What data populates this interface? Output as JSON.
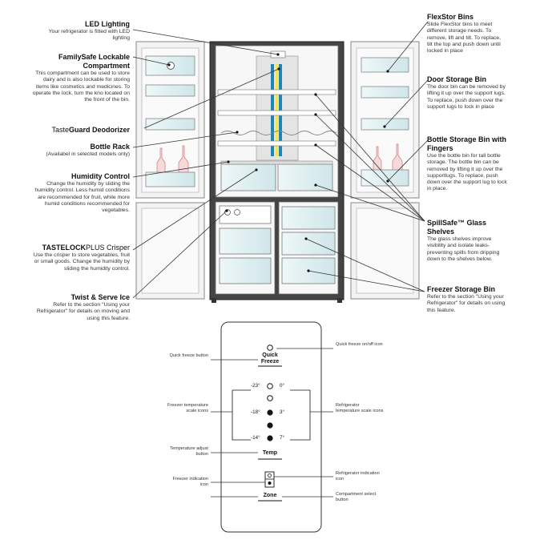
{
  "fridge_labels": {
    "led": {
      "title": "LED Lighting",
      "desc": "Your refrigerator is fitted with LED lighting"
    },
    "familysafe": {
      "title": "FamilySafe Lockable Compartment",
      "desc": "This compartment can be used to store dairy and is also lockable for storing items like cosmetics and medicines. To operate the lock, turn the kno located on the front of the bin."
    },
    "tasteguard": {
      "title_a": "Taste",
      "title_b": "Guard Deodorizer"
    },
    "bottle_rack": {
      "title": "Bottle Rack",
      "desc": "(Availabel in selected models only)"
    },
    "humidity": {
      "title": "Humidity Control",
      "desc": "Change the humidity by sliding the humidity control. Less humid conditions are recommended for fruit, while more humid conditions recommended for vegetables."
    },
    "tastelock": {
      "title_a": "TASTELOCK",
      "title_b": "PLUS Crisper",
      "desc": "Use the crisper to store vegetables, fruit or small goods. Change the humidity by sliding the humidity control."
    },
    "twist": {
      "title": "Twist & Serve Ice",
      "desc": "Refer to the section \"Using your Refrigerator\" for details on moving and using this feature."
    },
    "flexstor": {
      "title": "FlexStor Bins",
      "desc": "Slide FlexStor bins to meet different storage needs. To remove, lift and tilt. To replace, tilt the top and push down until locked in place"
    },
    "door_bin": {
      "title": "Door Storage Bin",
      "desc": "The door bin can be removed by lifting it up over the support lugs. To replace, push down over the support lugs to lock in place"
    },
    "bottle_bin": {
      "title": "Bottle Storage Bin with Fingers",
      "desc": "Use the bottle bin for tall bottle storage. The bottle bin can be removed by lifting it up over the supportlugs. To replace, push down over the support lug to lock in place."
    },
    "spillsafe": {
      "title": "SpillSafe™ Glass Shelves",
      "desc": "The glass shelves improve visibility and isolate leaks-preventing spills from dripping down to the shelves below."
    },
    "freezer_bin": {
      "title": "Freezer Storage Bin",
      "desc": "Refer to the section \"Using your Refrigerator\" for details on using this feature."
    }
  },
  "panel": {
    "buttons": {
      "quick_freeze_1": "Quick",
      "quick_freeze_2": "Freeze",
      "temp": "Temp",
      "zone": "Zone"
    },
    "scale_left": [
      "-23°",
      "-18°",
      "-14°"
    ],
    "scale_right": [
      "0°",
      "3°",
      "7°"
    ],
    "callouts": {
      "quick_freeze_button": "Quick freeze button",
      "quick_freeze_icon": "Quick freeze on/off icon",
      "freezer_scale": "Freezer temperature scale icons",
      "fridge_scale": "Refrigerator temperature scale icons",
      "temp_adjust": "Temperature adjust button",
      "freezer_indication": "Freezer indication icon",
      "fridge_indication": "Refrigerator indication icon",
      "compartment_select": "Compartment select button"
    }
  }
}
